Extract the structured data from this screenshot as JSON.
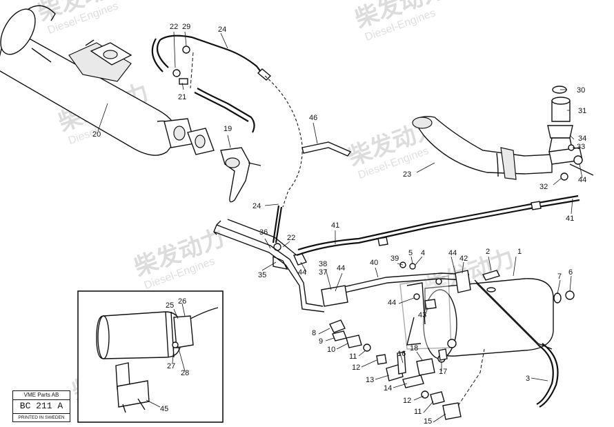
{
  "watermark": {
    "brand": "柴发动力",
    "sub": "Diesel-Engines"
  },
  "stamp": {
    "company": "VME Parts AB",
    "code": "BC 211 A",
    "printed": "PRINTED IN SWEDEN"
  },
  "callouts": {
    "c1": "1",
    "c2": "2",
    "c3": "3",
    "c4": "4",
    "c5": "5",
    "c6": "6",
    "c7": "7",
    "c8": "8",
    "c9": "9",
    "c10": "10",
    "c11a": "11",
    "c11b": "11",
    "c12a": "12",
    "c12b": "12",
    "c13": "13",
    "c14": "14",
    "c15": "15",
    "c16": "16",
    "c17": "17",
    "c18": "18",
    "c19": "19",
    "c20": "20",
    "c21": "21",
    "c22a": "22",
    "c22b": "22",
    "c23": "23",
    "c24a": "24",
    "c24b": "24",
    "c25": "25",
    "c26": "26",
    "c27": "27",
    "c28": "28",
    "c29": "29",
    "c30": "30",
    "c31": "31",
    "c32": "32",
    "c33": "33",
    "c34": "34",
    "c35": "35",
    "c36": "36",
    "c37": "37",
    "c38": "38",
    "c39": "39",
    "c40": "40",
    "c41a": "41",
    "c41b": "41",
    "c42": "42",
    "c43": "43",
    "c44a": "44",
    "c44b": "44",
    "c44c": "44",
    "c44d": "44",
    "c44e": "44",
    "c45": "45",
    "c46": "46"
  }
}
